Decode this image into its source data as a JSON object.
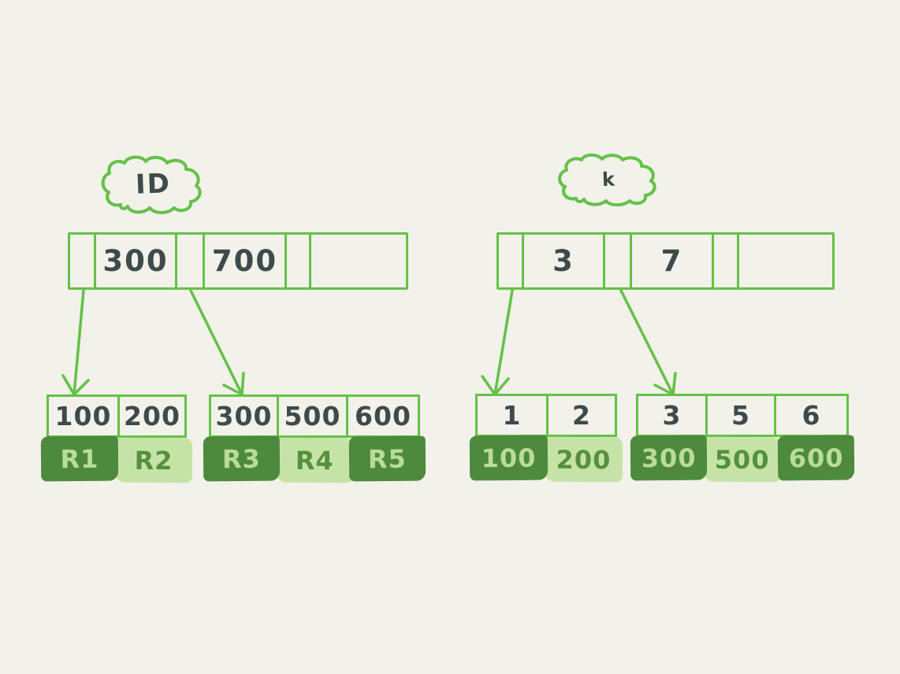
{
  "diagram": {
    "title_hint": "hand-drawn index diagram",
    "colors": {
      "background": "#f2f1ea",
      "stroke_green": "#64c147",
      "dark_green": "#4e8a3e",
      "light_green": "#c6e3a7",
      "text_on_dark": "#b9dc96",
      "text_on_light": "#55903f",
      "ink": "#3e4a4b"
    },
    "left": {
      "cloud_label": "ID",
      "root_cells": [
        "",
        "300",
        "",
        "700",
        "",
        ""
      ],
      "leaves": [
        {
          "keys": [
            "100",
            "200"
          ],
          "values": [
            "R1",
            "R2"
          ],
          "shades": [
            "dark",
            "light"
          ]
        },
        {
          "keys": [
            "300",
            "500",
            "600"
          ],
          "values": [
            "R3",
            "R4",
            "R5"
          ],
          "shades": [
            "dark",
            "light",
            "dark"
          ]
        }
      ]
    },
    "right": {
      "cloud_label": "k",
      "root_cells": [
        "",
        "3",
        "",
        "7",
        "",
        ""
      ],
      "leaves": [
        {
          "keys": [
            "1",
            "2"
          ],
          "values": [
            "100",
            "200"
          ],
          "shades": [
            "dark",
            "light"
          ]
        },
        {
          "keys": [
            "3",
            "5",
            "6"
          ],
          "values": [
            "300",
            "500",
            "600"
          ],
          "shades": [
            "dark",
            "light",
            "dark"
          ]
        }
      ]
    }
  }
}
